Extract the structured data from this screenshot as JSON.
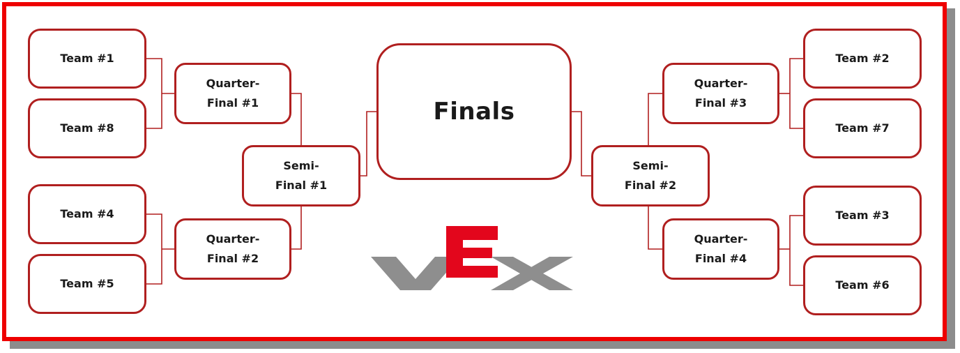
{
  "bracket": {
    "teams": {
      "t1": "Team #1",
      "t8": "Team #8",
      "t4": "Team #4",
      "t5": "Team #5",
      "t2": "Team #2",
      "t7": "Team #7",
      "t3": "Team #3",
      "t6": "Team #6"
    },
    "quarter_finals": {
      "qf1": "Quarter-\nFinal #1",
      "qf2": "Quarter-\nFinal #2",
      "qf3": "Quarter-\nFinal #3",
      "qf4": "Quarter-\nFinal #4"
    },
    "semi_finals": {
      "sf1": "Semi-\nFinal #1",
      "sf2": "Semi-\nFinal #2"
    },
    "final": "Finals"
  },
  "logo": {
    "text": "VEX",
    "colors": {
      "grey": "#8e8e8e",
      "red": "#e3061c"
    }
  },
  "colors": {
    "frame": "#ee0000",
    "box_border": "#b01f1f",
    "connector": "#b01f1f"
  }
}
